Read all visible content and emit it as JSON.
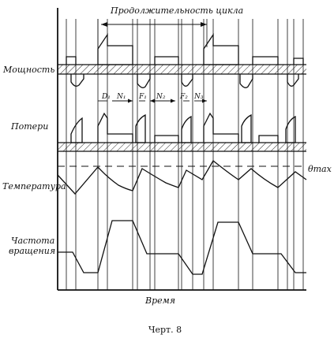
{
  "diagram": {
    "cycle_label": "Продолжительность цикла",
    "row_labels": {
      "power": "Мощность",
      "losses": "Потери",
      "temperature": "Температура",
      "speed_line1": "Частота",
      "speed_line2": "вращения"
    },
    "interval_labels": {
      "d1": "D₁",
      "n1": "N₁",
      "f1": "F₁",
      "n2": "N₂",
      "f2": "F₂",
      "n3": "N₃"
    },
    "theta_max": "θmax",
    "time_label": "Время",
    "caption": "Черт. 8"
  }
}
